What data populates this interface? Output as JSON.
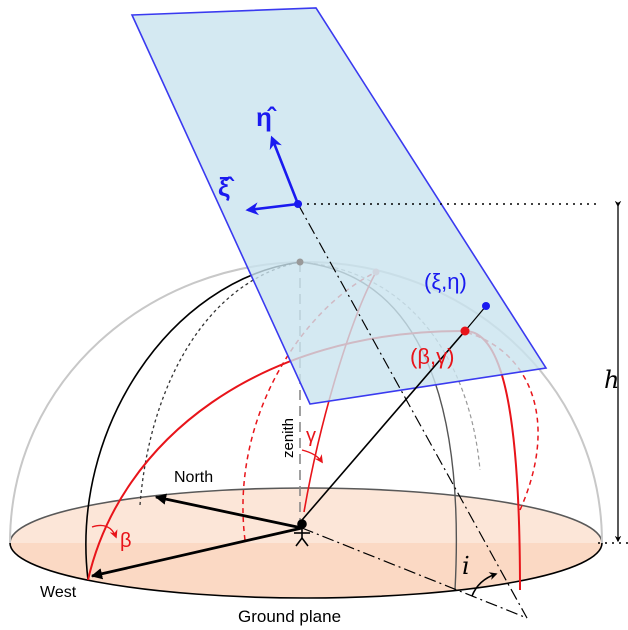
{
  "labels": {
    "eta_hat": "η̂",
    "xi_hat": "ξ̂",
    "xi_eta": "(ξ,η)",
    "beta_gamma": "(β,γ)",
    "h": "h",
    "i": "i",
    "zenith": "zenith",
    "gamma": "γ",
    "beta": "β",
    "north": "North",
    "west": "West",
    "ground_plane": "Ground plane"
  },
  "colors": {
    "plane_fill": "#c9e3ef",
    "plane_edge": "#3a3af0",
    "ground_fill": "#fbd9c4",
    "dome_outline": "#c8c8c8",
    "sky_coord": "#e8141a",
    "frame_blue": "#1a1af0",
    "ink": "#000000"
  }
}
